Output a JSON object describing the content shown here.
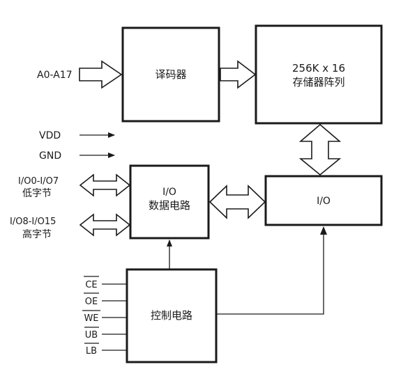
{
  "blocks": {
    "decoder": "译码器",
    "array_line1": "256K x 16",
    "array_line2": "存储器阵列",
    "io_data_line1": "I/O",
    "io_data_line2": "数据电路",
    "io": "I/O",
    "control": "控制电路"
  },
  "signals": {
    "address": "A0-A17",
    "vdd": "VDD",
    "gnd": "GND",
    "low_byte_pins": "I/O0-I/O7",
    "low_byte_label": "低字节",
    "high_byte_pins": "I/O8-I/O15",
    "high_byte_label": "高字节"
  },
  "control_inputs": [
    "CE",
    "OE",
    "WE",
    "UB",
    "LB"
  ]
}
